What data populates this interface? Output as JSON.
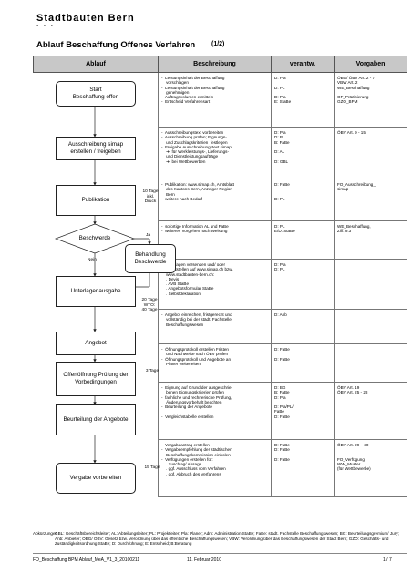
{
  "header": {
    "brand": "Stadtbauten Bern",
    "brand_dots": "▪ ▪ ▪",
    "title": "Ablauf Beschaffung Offenes Verfahren",
    "page_label": "(1/2)"
  },
  "columns": [
    "Ablauf",
    "Beschreibung",
    "verantw.",
    "Vorgaben"
  ],
  "rows": [
    {
      "description": "-  Leistungsinhalt der Beschaffung\n    vorschlagen\n-  Leistungsinhalt der Beschaffung\n    genehmigen\n-  Auftragsvolumen ermitteln\n-  Entscheid Verfahrensart",
      "responsible": "D: Pla\n\nD: PL\n\nD: Pla\nE: StaBe",
      "requirements": "ÖBG/ ÖBV Art. 2 - 7\nVBW Art. 2\nWE_Beschaffung\n\nOF_Präzisierung\nGZO_BPM"
    },
    {
      "description": "-  Ausschreibungstext vorbereiten\n-  Ausschreibung prüfen; Eignungs-\n    und Zuschlagskriterien  festlegen\n-  Freigabe Ausschreibungstext simap\n    ➔  für Werkleistungs-, Lieferungs-\n    und Dienstleistungsaufträge\n    ➔  bei Wettbewerben",
      "responsible": "D: Pla\nD: PL\nB: FaBe\n\nD: AL\n\nD: GBL",
      "requirements": "ÖBV Art. 9 - 15"
    },
    {
      "description": "-  Publikation: www.simap.ch, Amtsblatt\n    des Kantons Bern, Anzeiger Region\n    Bern\n-  weitere nach Bedarf",
      "responsible": "D: FaBe\n\n\nD: PL",
      "requirements": "FO_Ausschreibung_\nsimap"
    },
    {
      "description": "-  sofortige Information AL und FaBe\n-  weiteres Vorgehen nach Weisung",
      "responsible": "D: PL\nE/D: StaBe",
      "requirements": "WE_Beschaffung,\nZiff. 9.3"
    },
    {
      "description": "-  Unterlagen versenden und/ oder\n    bereitstellen auf www.simap.ch bzw.\n    www.stadtbauten-bern.ch:\n    . Devis\n    . AVB StaBe\n    . Angebotsformular StaBe\n    . Selbstdeklaration",
      "responsible": "D: Pla\nD: PL",
      "requirements": ""
    },
    {
      "description": "-  Angebot einreichen, fristgerecht und\n    vollständig bei der städt. Fachstelle\n    Beschaffungswesen",
      "responsible": "D: Anb",
      "requirements": ""
    },
    {
      "description": "-  Öffnungsprotokoll erstellen Fristen\n    und Nachweise nach ÖBV prüfen\n-  Öffnungsprotokoll und Angebote an\n    Planer weiterleiten",
      "responsible": "D: FaBe\n\nD: FaBe",
      "requirements": ""
    },
    {
      "description": "-  Eignung auf Grund der ausgeschrie-\n    benen Eignungskriterien prüfen\n-  fachliche und rechnerische Prüfung,\n    Änderungsvorbehalt beachten\n-  Beurteilung der Angebote\n\n-  Vergleichstabelle erstellen",
      "responsible": "D: BG\nB: FaBe\nD: Pla\n\nD: Pla/PL/\nFaBe\nD: FaBe",
      "requirements": "ÖBV Art. 19\nÖBV Art. 25 - 28"
    },
    {
      "description": "-  Vergabeantrag erstellen\n-  Vergabeempfehlung der städtischen\n    Beschaffungskommission einholen\n-  Verfügungen erstellen für:\n    . Zuschlag/ Absage\n    . ggf. Ausschluss vom Verfahren\n    . ggf. Abbruch des Verfahrens",
      "responsible": "D: FaBe\nD: FaBe\n\nD: FaBe",
      "requirements": "ÖBV Art. 29 – 30\n\n\nFO_Verfügung\nWW_Muster\n(für Wettbewerbe)"
    }
  ],
  "flow": {
    "start": "Start\nBeschaffung offen",
    "step2": "Ausschreibung simap\nerstellen / freigeben",
    "step3": "Publikation",
    "step3_note": "10 Tage\ninkl.\nDruck",
    "decision": "Beschwerde",
    "decision_yes": "Ja",
    "decision_no": "Nein",
    "complaint_box": "Behandlung\nBeschwerde",
    "step4": "Unterlagenausgabe",
    "step4_note": "20 Tage\nWTO:\n40 Tage",
    "step5": "Angebot",
    "step6": "Offertöffnung Prüfung der\nVorbedingungen",
    "step6_note": "3 Tage",
    "step7": "Beurteilung der Angebote",
    "step8": "Vergabe vorbereiten",
    "step8_note": "15 Tage"
  },
  "abbreviations": {
    "label": "Abkürzungen",
    "text": "GBL: Geschäftsbereichsleiter; AL: Abteilungsleiter; PL: Projektleiter; Pla: Planer; Adm: Administration StaBe; FaBe: städt. Fachstelle Beschaffungswesen; BG: Beurteilungsgremium/ Jury; Anb: Anbieter; ÖBG/ ÖBV: Gesetz bzw. Verordnung über das öffentliche Beschaffungswesen; VBW: Verordnung über das Beschaffungswesen der Stadt Bern; GZO: Geschäfts- und Zuständigkeitsordnung StaBe;                D: Durchführung; E: Entscheid; B:Beratung"
  },
  "footer": {
    "file": "FO_Beschaffung BPM Ablauf_MeA_V1_3_20100211",
    "date": "11. Februar 2010",
    "page": "1 / 7"
  }
}
